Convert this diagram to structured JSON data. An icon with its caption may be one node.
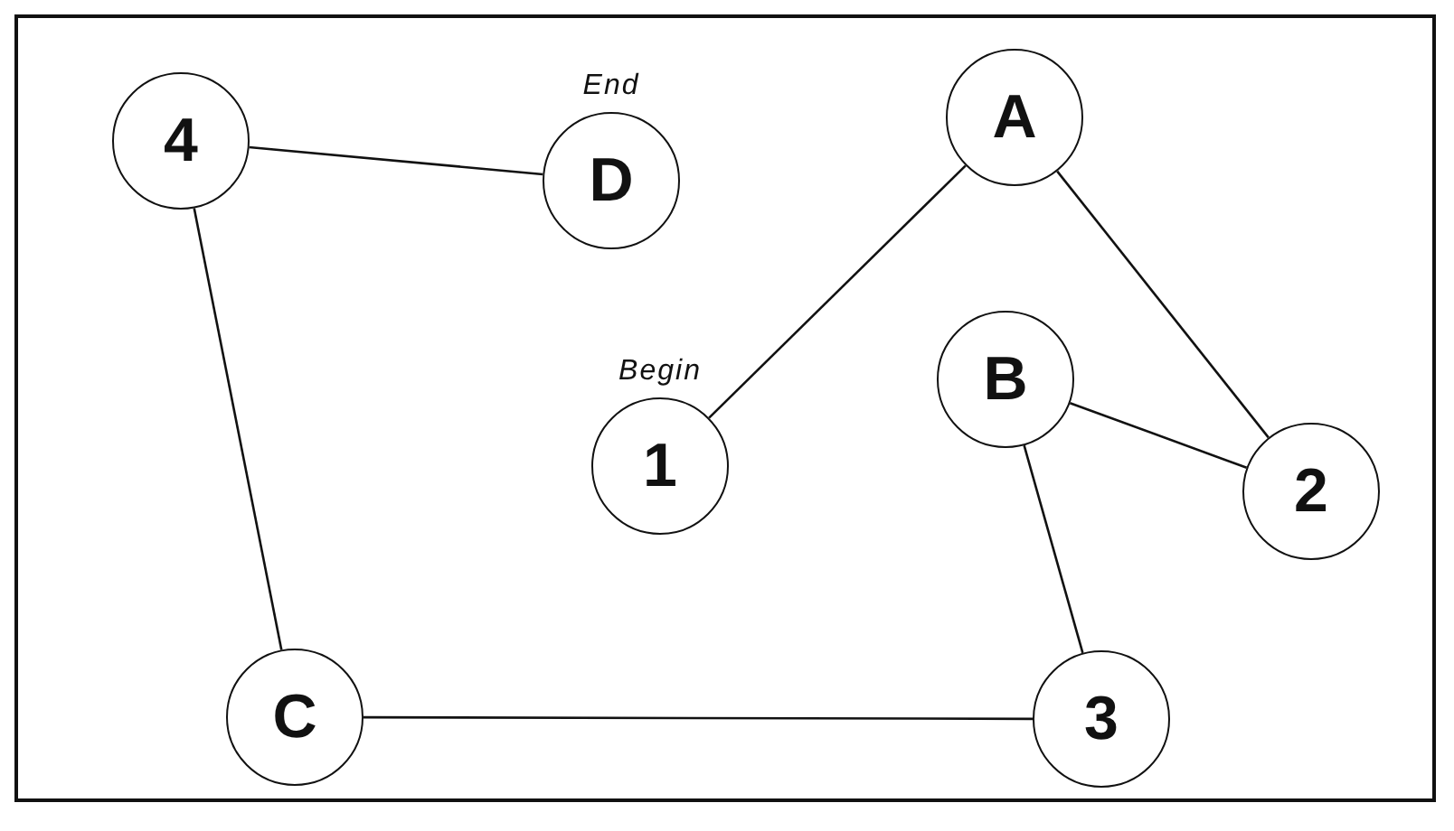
{
  "diagram": {
    "nodes": [
      {
        "text": [
          "4"
        ]
      },
      {
        "text": [
          "D"
        ],
        "beside": [
          "End"
        ]
      },
      {
        "text": [
          "A"
        ]
      },
      {
        "text": [
          "1"
        ],
        "beside": [
          "Begin"
        ]
      },
      {
        "text": [
          "B"
        ]
      },
      {
        "text": [
          "2"
        ]
      },
      {
        "text": [
          "C"
        ]
      },
      {
        "text": [
          "3"
        ]
      }
    ],
    "edges": [
      {
        "from": 3,
        "to": 2,
        "arrow": "none"
      },
      {
        "from": 2,
        "to": 5,
        "arrow": "none"
      },
      {
        "from": 5,
        "to": 4,
        "arrow": "none"
      },
      {
        "from": 4,
        "to": 7,
        "arrow": "none"
      },
      {
        "from": 7,
        "to": 6,
        "arrow": "none"
      },
      {
        "from": 6,
        "to": 0,
        "arrow": "none"
      },
      {
        "from": 0,
        "to": 1,
        "arrow": "none"
      }
    ]
  }
}
